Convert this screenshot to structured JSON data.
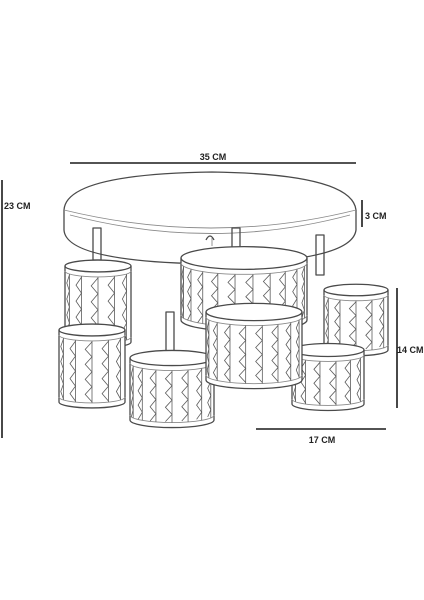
{
  "dimensions": {
    "width_total": "35 CM",
    "height_total": "23 CM",
    "base_thickness": "3 CM",
    "shade_height": "14 CM",
    "shade_diameter": "17 CM"
  },
  "colors": {
    "line": "#1a1a1a",
    "sketch": "#4a4a4a",
    "background": "#ffffff"
  }
}
